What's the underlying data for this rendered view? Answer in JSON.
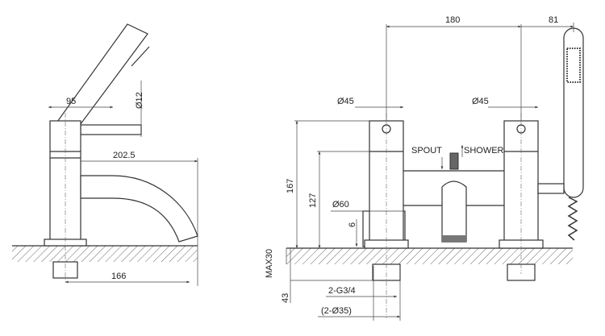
{
  "side_view": {
    "dim_handle_offset": "95",
    "dim_handset_diameter": "Ø12",
    "dim_spout_reach": "202.5",
    "dim_spout_projection": "166"
  },
  "front_view": {
    "dim_centers": "180",
    "dim_handset_offset": "81",
    "dim_left_column": "Ø45",
    "dim_right_column": "Ø45",
    "label_spout": "SPOUT",
    "label_shower": "SHOWER",
    "dim_height_total": "167",
    "dim_height_body": "127",
    "dim_base_diameter": "Ø60",
    "dim_base_height": "6",
    "dim_max_deck": "MAX30",
    "dim_shank_length": "43",
    "dim_thread": "2-G3/4",
    "dim_nut_diameter": "(2-Ø35)"
  }
}
